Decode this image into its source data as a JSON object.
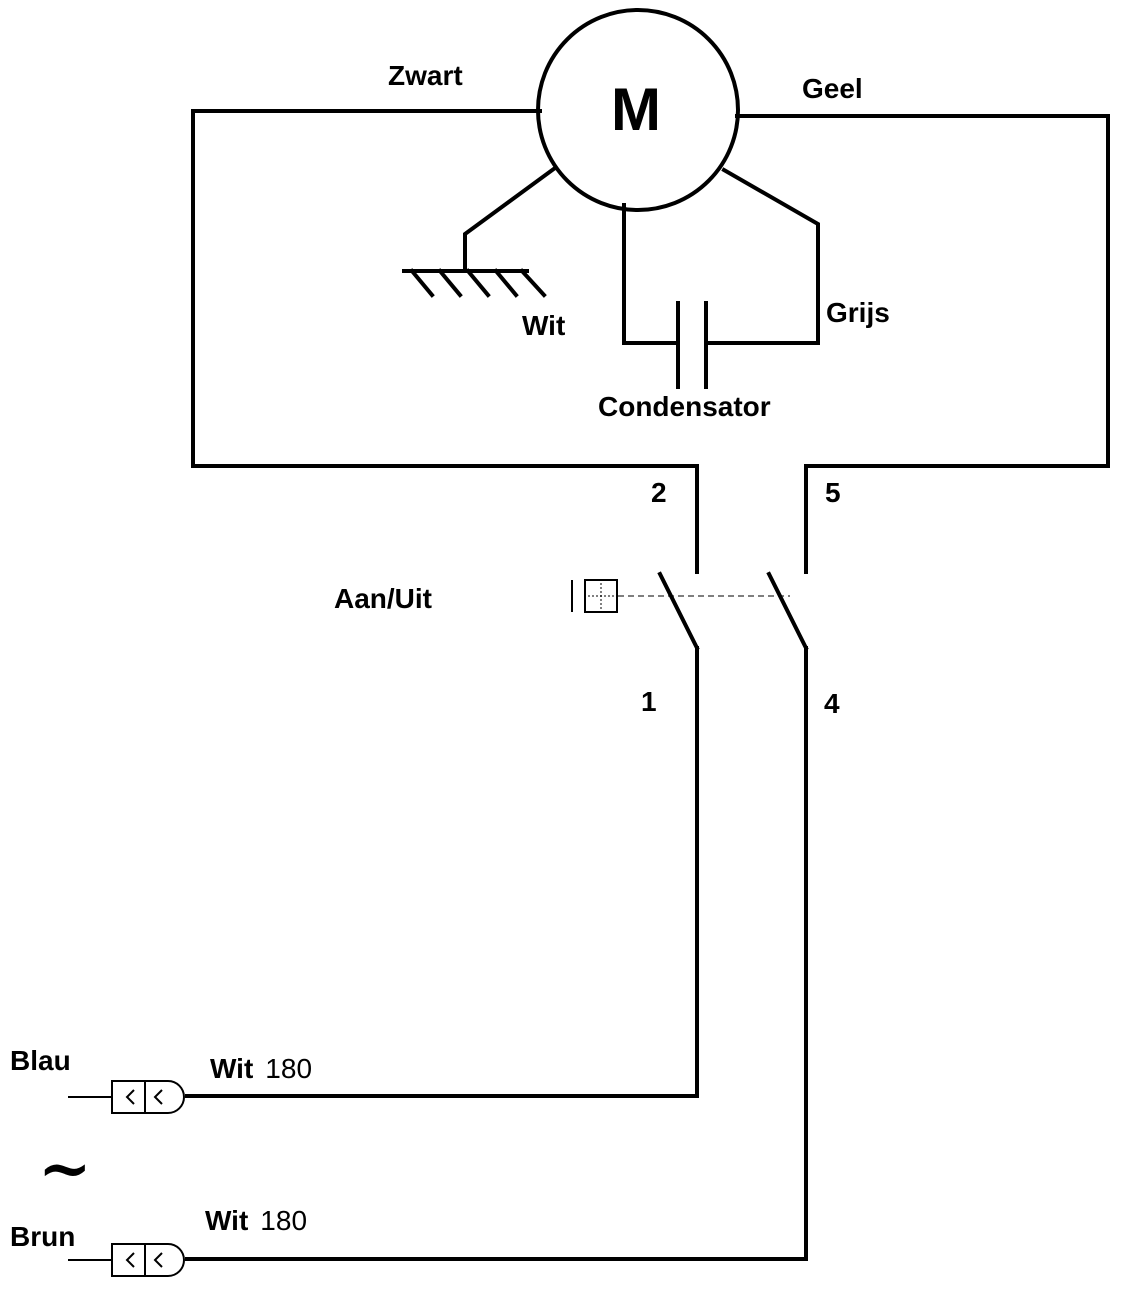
{
  "motor": {
    "letter": "M"
  },
  "wires": {
    "motor_left": "Zwart",
    "motor_right": "Geel",
    "ground": "Wit",
    "capacitor_right": "Grijs"
  },
  "capacitor": {
    "label": "Condensator"
  },
  "switch": {
    "label": "Aan/Uit",
    "terminals": {
      "top_left": "2",
      "top_right": "5",
      "bottom_left": "1",
      "bottom_right": "4"
    }
  },
  "supply": {
    "symbol": "~",
    "lines": [
      {
        "name": "Blau",
        "wire_color": "Wit",
        "wire_size": "180"
      },
      {
        "name": "Brun",
        "wire_color": "Wit",
        "wire_size": "180"
      }
    ]
  }
}
